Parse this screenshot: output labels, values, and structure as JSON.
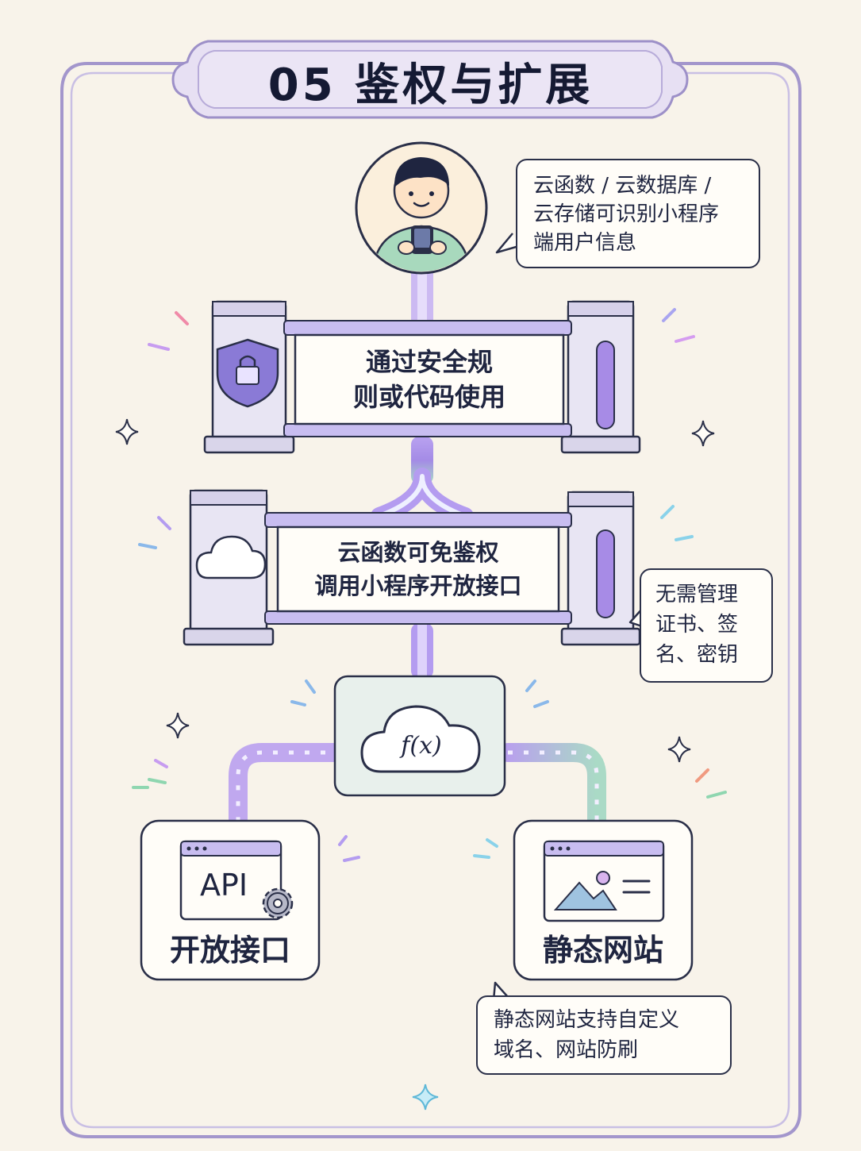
{
  "title": "05 鉴权与扩展",
  "user_bubble": {
    "lines": [
      "云函数 / 云数据库 /",
      "云存储可识别小程序",
      "端用户信息"
    ]
  },
  "gate1": {
    "lines": [
      "通过安全规",
      "则或代码使用"
    ]
  },
  "gate2": {
    "lines": [
      "云函数可免鉴权",
      "调用小程序开放接口"
    ]
  },
  "gate2_bubble": {
    "lines": [
      "无需管理",
      "证书、签",
      "名、密钥"
    ]
  },
  "function_node": {
    "label": "f(x)"
  },
  "api_card": {
    "icon_text": "API",
    "label": "开放接口"
  },
  "site_card": {
    "label": "静态网站"
  },
  "site_bubble": {
    "lines": [
      "静态网站支持自定义",
      "域名、网站防刷"
    ]
  },
  "colors": {
    "background": "#f8f3ea",
    "frame": "#9b8fc4",
    "accent_purple": "#a98be8",
    "accent_green": "#8fd6b0",
    "pillar": "#e9e6f4",
    "outline": "#2a2f48"
  },
  "icons": [
    "user-avatar",
    "shield-lock-icon",
    "cloud-icon",
    "function-cloud-icon",
    "api-window-icon",
    "gear-icon",
    "image-window-icon"
  ]
}
